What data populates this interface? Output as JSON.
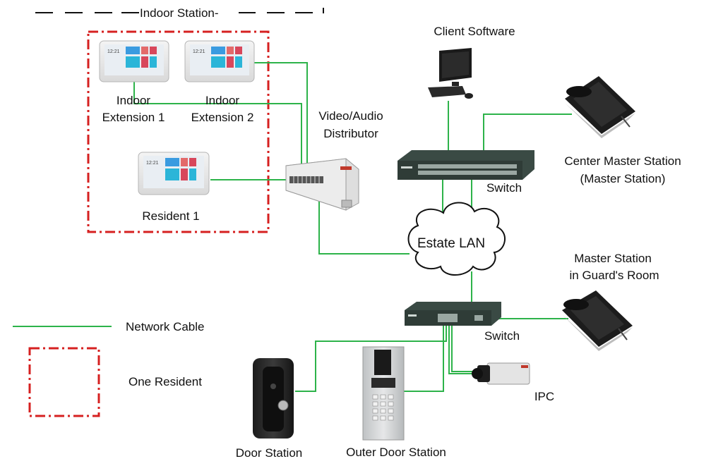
{
  "diagram": {
    "indoor_station_title": "Indoor Station-",
    "labels": {
      "client_software": "Client Software",
      "indoor_ext1_line1": "Indoor",
      "indoor_ext1_line2": "Extension 1",
      "indoor_ext2_line1": "Indoor",
      "indoor_ext2_line2": "Extension 2",
      "distributor_line1": "Video/Audio",
      "distributor_line2": "Distributor",
      "resident1": "Resident 1",
      "switch_top": "Switch",
      "center_master_line1": "Center Master Station",
      "center_master_line2": "(Master Station)",
      "estate_lan": "Estate LAN",
      "guard_master_line1": "Master Station",
      "guard_master_line2": "in Guard's Room",
      "switch_bottom": "Switch",
      "ipc": "IPC",
      "door_station": "Door Station",
      "outer_door_station": "Outer Door Station"
    },
    "legend": {
      "network_cable": "Network Cable",
      "one_resident": "One Resident"
    },
    "colors": {
      "cable": "#2db34a",
      "resident_border": "#d62020",
      "switch_body": "#3a4a44",
      "text": "#111111"
    }
  }
}
